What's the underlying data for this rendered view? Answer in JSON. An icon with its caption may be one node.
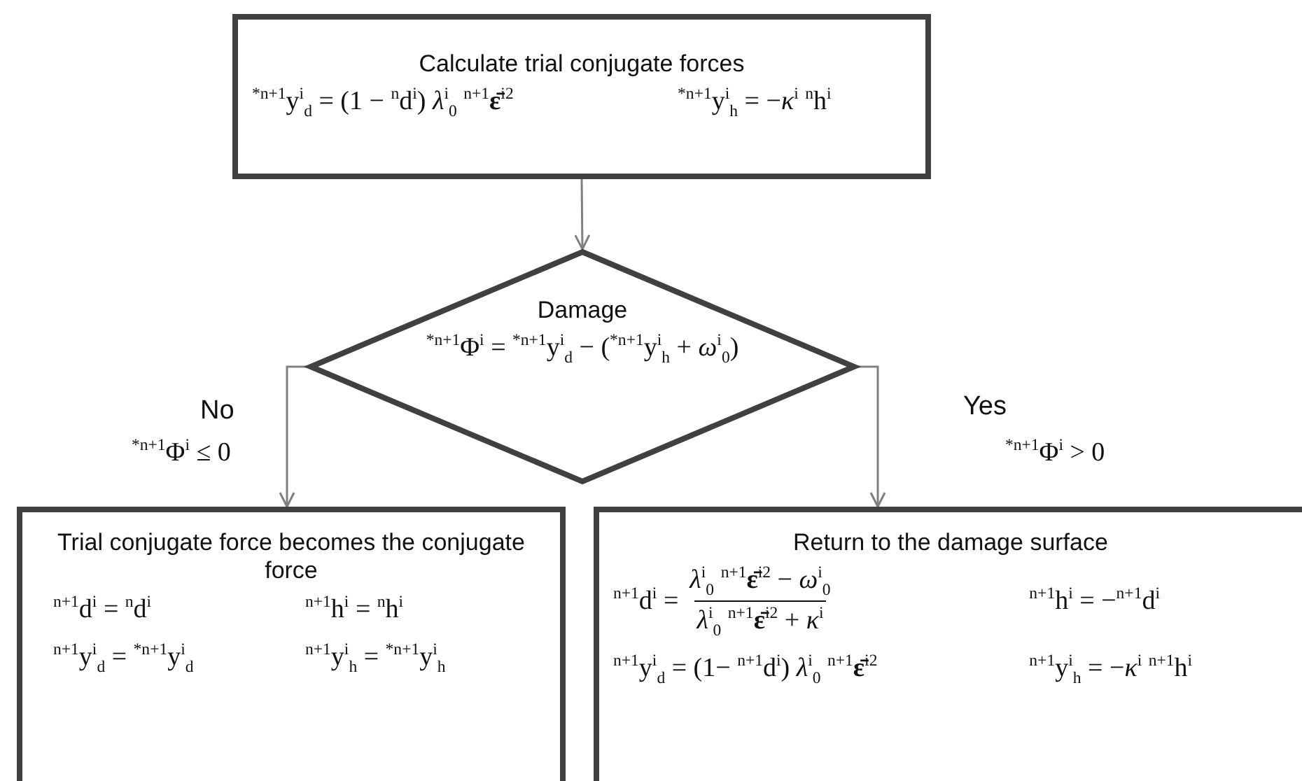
{
  "diagram": {
    "nodes": [
      {
        "text": [
          "Calculate trial conjugate forces",
          "$^{*n+1}$y$^{i}$$_{d}$ = (1 − $^{n}$d$^{i}$) *λ*$^{i}$$_{0}$ $^{n+1}$**ε̄**$^{i2}$",
          "$^{*n+1}$y$^{i}$$_{h}$ = −*κ*$^{i}$ $^{n}$h$^{i}$"
        ]
      },
      {
        "text": [
          "Damage",
          "$^{*n+1}$Φ$^{i}$ = $^{*n+1}$y$^{i}$$_{d}$ − ($^{*n+1}$y$^{i}$$_{h}$ + *ω*$^{i}$$_{0}$)"
        ]
      },
      {
        "text": [
          "Trial conjugate force becomes the conjugate force",
          "$^{n+1}$d$^{i}$ = $^{n}$d$^{i}$",
          "$^{n+1}$h$^{i}$ = $^{n}$h$^{i}$",
          "$^{n+1}$y$^{i}$$_{d}$ = $^{*n+1}$y$^{i}$$_{d}$",
          "$^{n+1}$y$^{i}$$_{h}$ = $^{*n+1}$y$^{i}$$_{h}$"
        ]
      },
      {
        "text": [
          "Return to the damage surface",
          "$^{n+1}$d$^{i}$ =",
          "*λ*$^{i}$$_{0}$ $^{n+1}$**ε̄**$^{i2}$ − *ω*$^{i}$$_{0}$",
          "*λ*$^{i}$$_{0}$ $^{n+1}$**ε̄**$^{i2}$ + *κ*$^{i}$",
          "$^{n+1}$h$^{i}$ = −$^{n+1}$d$^{i}$",
          "$^{n+1}$y$^{i}$$_{d}$ = (1− $^{n+1}$d$^{i}$) *λ*$^{i}$$_{0}$ $^{n+1}$**ε̄**$^{i2}$",
          "$^{n+1}$y$^{i}$$_{h}$ = −*κ*$^{i}$ $^{n+1}$h$^{i}$"
        ]
      }
    ],
    "edges": [
      {
        "from": 0,
        "to": 1,
        "arrow": "to"
      },
      {
        "from": 1,
        "to": 2,
        "arrow": "to",
        "label": "No"
      },
      {
        "from": 1,
        "to": 3,
        "arrow": "to",
        "label": "Yes"
      }
    ],
    "labels": [
      "$^{*n+1}$Φ$^{i}$ ≤ 0",
      "$^{*n+1}$Φ$^{i}$ > 0"
    ]
  }
}
